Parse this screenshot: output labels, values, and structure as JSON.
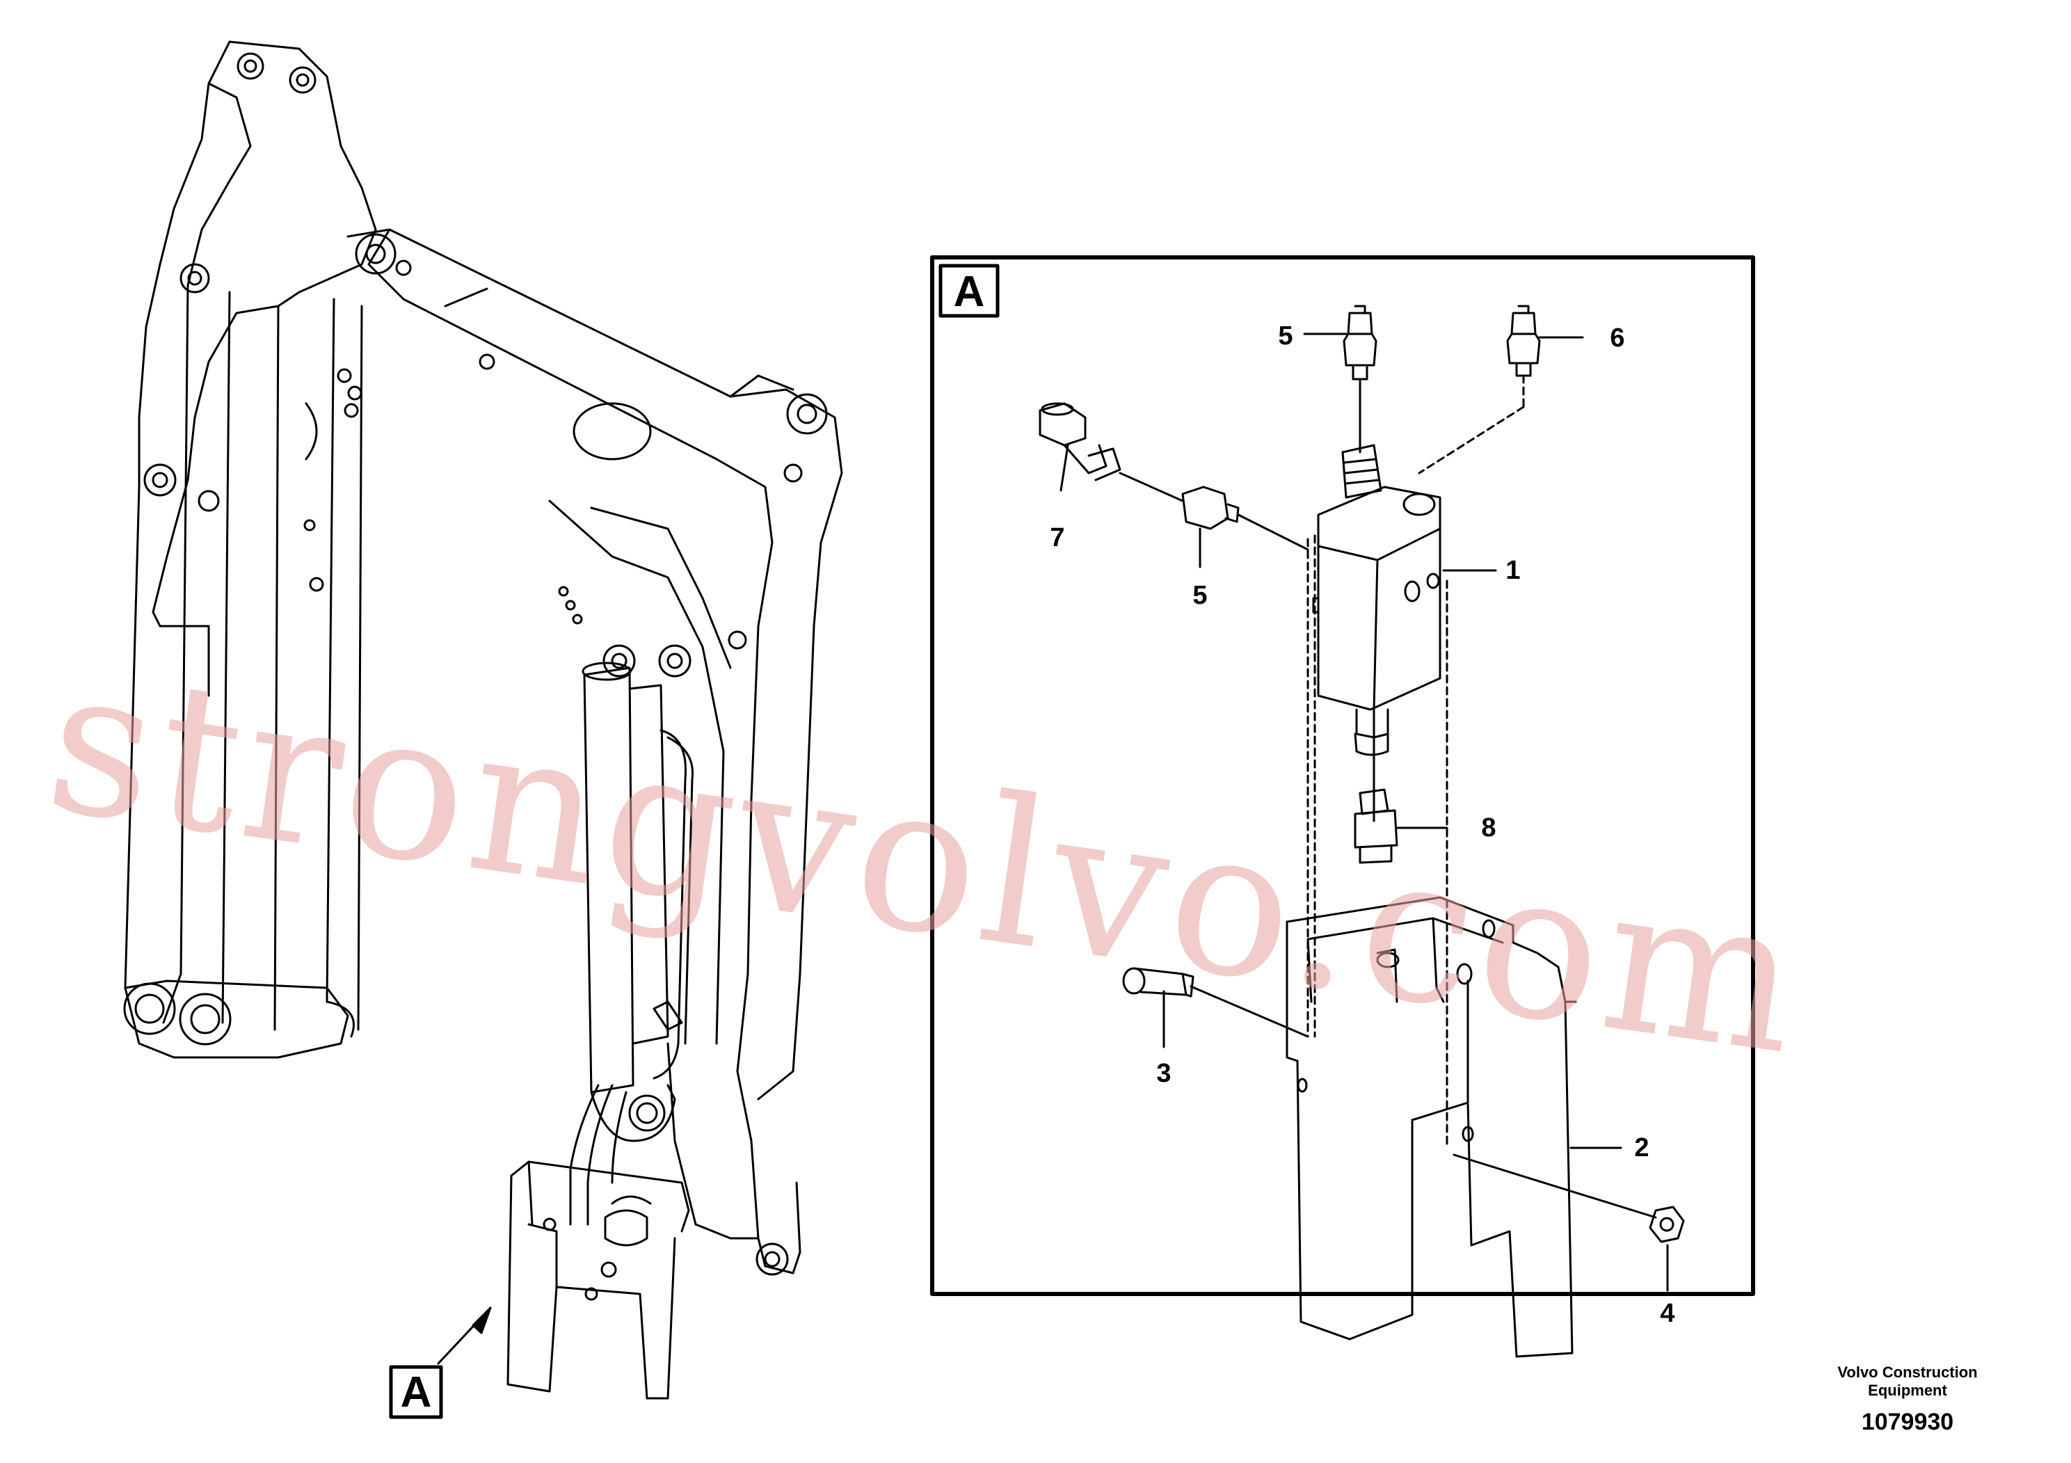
{
  "view": {
    "label_detail": "A",
    "label_ref": "A"
  },
  "callouts": {
    "c1": "1",
    "c2": "2",
    "c3": "3",
    "c4": "4",
    "c5a": "5",
    "c5b": "5",
    "c6": "6",
    "c7": "7",
    "c8": "8"
  },
  "watermark": "strongvolvo.com",
  "brand": {
    "line1": "Volvo Construction",
    "line2": "Equipment"
  },
  "drawing_number": "1079930",
  "colors": {
    "line": "#000000",
    "watermark": "#e8a0a0"
  }
}
